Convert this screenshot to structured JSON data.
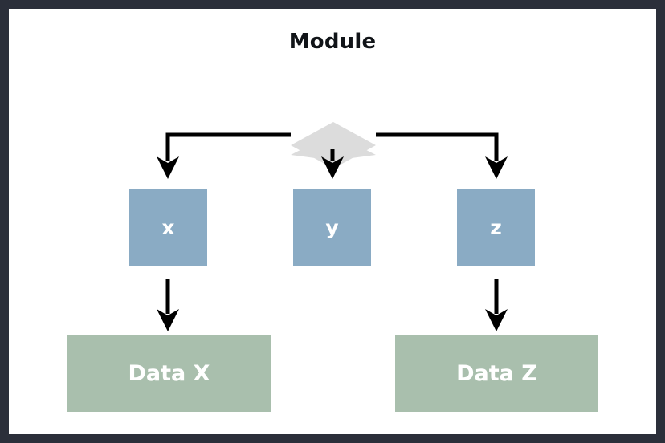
{
  "diagram": {
    "title": "Module",
    "frame_color": "#2b2f3a",
    "canvas_color": "#ffffff",
    "title_color": "#111418",
    "edge_color": "#000000",
    "decision": {
      "name": "dispatch-diamond",
      "label": "",
      "fill": "#dcdcdc"
    },
    "process_nodes": [
      {
        "label": "x",
        "fill": "#8aabc4",
        "text_color": "#ffffff"
      },
      {
        "label": "y",
        "fill": "#8aabc4",
        "text_color": "#ffffff"
      },
      {
        "label": "z",
        "fill": "#8aabc4",
        "text_color": "#ffffff"
      }
    ],
    "data_nodes": [
      {
        "label": "Data X",
        "fill": "#a9bfad",
        "text_color": "#ffffff"
      },
      {
        "label": "Data Z",
        "fill": "#a9bfad",
        "text_color": "#ffffff"
      }
    ]
  }
}
